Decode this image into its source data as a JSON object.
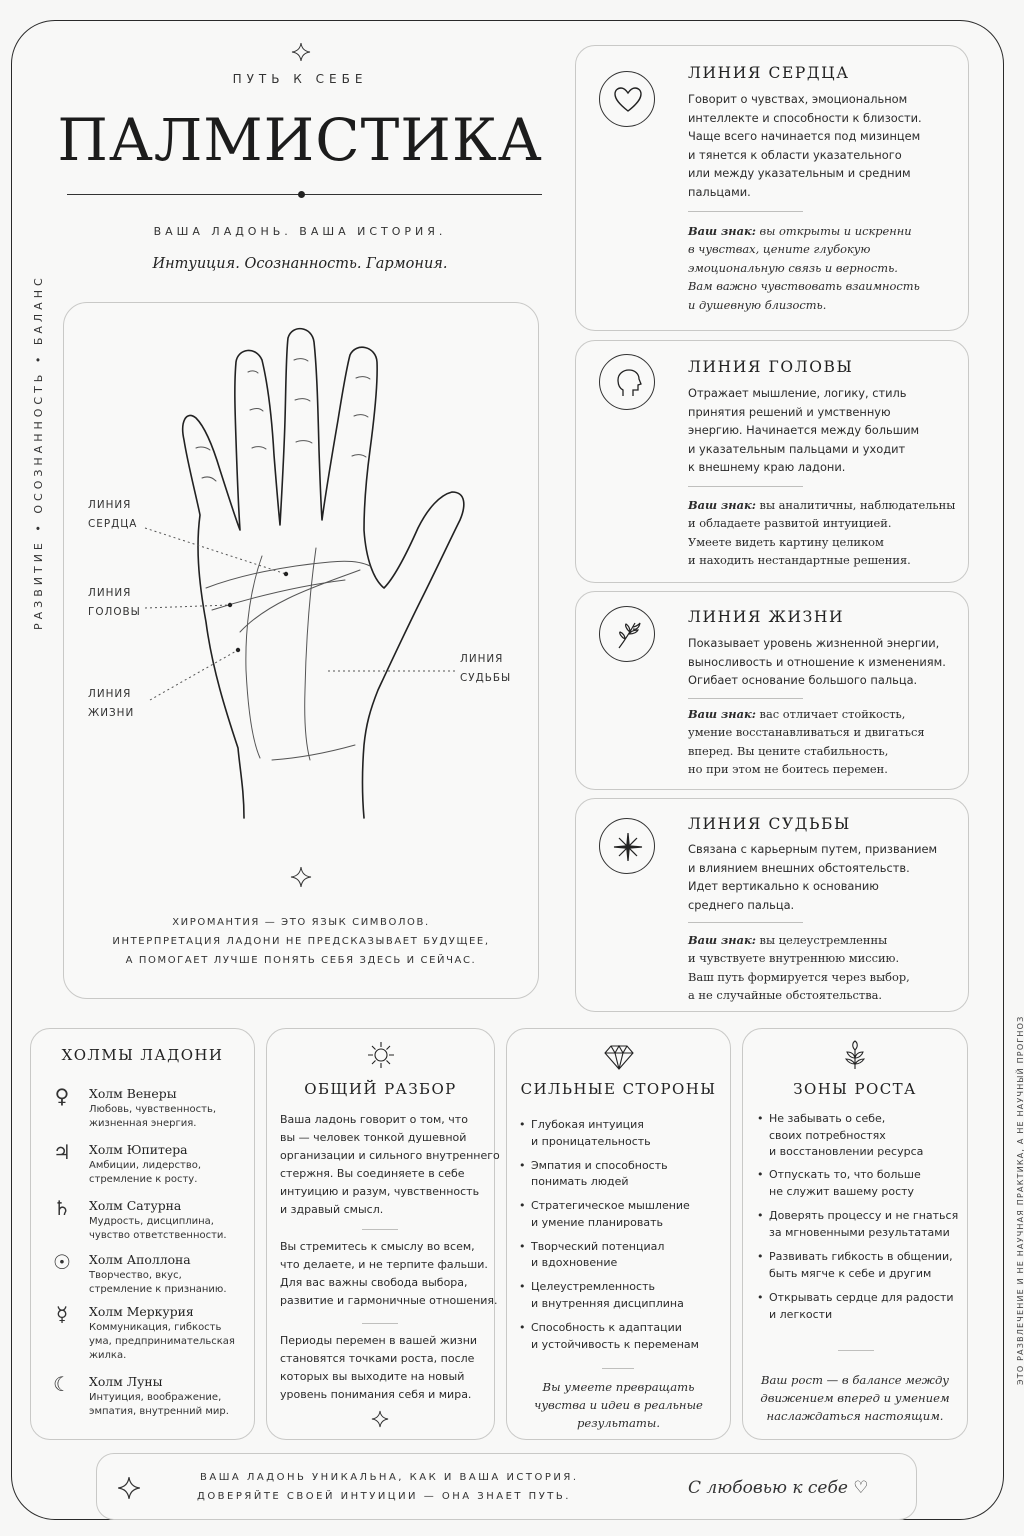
{
  "header": {
    "eyebrow": "ПУТЬ К СЕБЕ",
    "title": "ПАЛМИСТИКА",
    "tagline": "ВАША ЛАДОНЬ. ВАША ИСТОРИЯ.",
    "subtitle": "Интуиция. Осознанность. Гармония."
  },
  "vertical_left": "РАЗВИТИЕ • ОСОЗНАННОСТЬ • БАЛАНС",
  "vertical_right": "ЭТО РАЗВЛЕЧЕНИЕ И НЕ НАУЧНАЯ ПРАКТИКА, А НЕ НАУЧНЫЙ ПРОГНОЗ",
  "palm": {
    "labels": {
      "heart": "ЛИНИЯ\nСЕРДЦА",
      "head": "ЛИНИЯ\nГОЛОВЫ",
      "life": "ЛИНИЯ\nЖИЗНИ",
      "fate": "ЛИНИЯ\nСУДЬБЫ"
    },
    "caption": "ХИРОМАНТИЯ — ЭТО ЯЗЫК СИМВОЛОВ.\nИНТЕРПРЕТАЦИЯ ЛАДОНИ НЕ ПРЕДСКАЗЫВАЕТ БУДУЩЕЕ,\nА ПОМОГАЕТ ЛУЧШЕ ПОНЯТЬ СЕБЯ ЗДЕСЬ И СЕЙЧАС."
  },
  "lines": [
    {
      "icon": "heart-icon",
      "title": "ЛИНИЯ СЕРДЦА",
      "text": "Говорит о чувствах, эмоциональном\nинтеллекте и способности к близости.\nЧаще всего начинается под мизинцем\nи тянется к области указательного\nили между указательным и средним\nпальцами.",
      "sign_label": "Ваш знак:",
      "sign": "вы открыты и искренни\nв чувствах, цените глубокую\nэмоциональную связь и верность.\nВам важно чувствовать взаимность\nи душевную близость."
    },
    {
      "icon": "head-profile-icon",
      "title": "ЛИНИЯ ГОЛОВЫ",
      "text": "Отражает мышление, логику, стиль\nпринятия решений и умственную\nэнергию. Начинается между большим\nи указательным пальцами и уходит\nк внешнему краю ладони.",
      "sign_label": "Ваш знак:",
      "sign": "вы аналитичны, наблюдательны\nи обладаете развитой интуицией.\nУмеете видеть картину целиком\nи находить нестандартные решения."
    },
    {
      "icon": "leaf-icon",
      "title": "ЛИНИЯ ЖИЗНИ",
      "text": "Показывает уровень жизненной энергии,\nвыносливость и отношение к изменениям.\nОгибает основание большого пальца.",
      "sign_label": "Ваш знак:",
      "sign": "вас отличает стойкость,\nумение восстанавливаться и двигаться\nвперед. Вы цените стабильность,\nно при этом не боитесь перемен."
    },
    {
      "icon": "star-icon",
      "title": "ЛИНИЯ СУДЬБЫ",
      "text": "Связана с карьерным путем, призванием\nи влиянием внешних обстоятельств.\nИдет вертикально к основанию\nсреднего пальца.",
      "sign_label": "Ваш знак:",
      "sign": "вы целеустремленны\nи чувствуете внутреннюю миссию.\nВаш путь формируется через выбор,\nа не случайные обстоятельства."
    }
  ],
  "hills": {
    "title": "ХОЛМЫ ЛАДОНИ",
    "items": [
      {
        "symbol": "♀",
        "icon": "venus-icon",
        "name": "Холм Венеры",
        "desc": "Любовь, чувственность,\nжизненная энергия."
      },
      {
        "symbol": "♃",
        "icon": "jupiter-icon",
        "name": "Холм Юпитера",
        "desc": "Амбиции, лидерство,\nстремление к росту."
      },
      {
        "symbol": "♄",
        "icon": "saturn-icon",
        "name": "Холм Сатурна",
        "desc": "Мудрость, дисциплина,\nчувство ответственности."
      },
      {
        "symbol": "☉",
        "icon": "sun-icon",
        "name": "Холм Аполлона",
        "desc": "Творчество, вкус,\nстремление к признанию."
      },
      {
        "symbol": "☿",
        "icon": "mercury-icon",
        "name": "Холм Меркурия",
        "desc": "Коммуникация, гибкость\nума, предпринимательская\nжилка."
      },
      {
        "symbol": "☾",
        "icon": "moon-icon",
        "name": "Холм Луны",
        "desc": "Интуиция, воображение,\nэмпатия, внутренний мир."
      }
    ]
  },
  "overview": {
    "title": "ОБЩИЙ РАЗБОР",
    "p1": "Ваша ладонь говорит о том, что\nвы — человек тонкой душевной\nорганизации и сильного внутреннего\nстержня. Вы соединяете в себе\nинтуицию и разум, чувственность\nи здравый смысл.",
    "p2": "Вы стремитесь к смыслу во всем,\nчто делаете, и не терпите фальши.\nДля вас важны свобода выбора,\nразвитие и гармоничные отношения.",
    "p3": "Периоды перемен в вашей жизни\nстановятся точками роста, после\nкоторых вы выходите на новый\nуровень понимания себя и мира."
  },
  "strengths": {
    "title": "СИЛЬНЫЕ СТОРОНЫ",
    "items": [
      "Глубокая интуиция\nи проницательность",
      "Эмпатия и способность\nпонимать людей",
      "Стратегическое мышление\nи умение планировать",
      "Творческий потенциал\nи вдохновение",
      "Целеустремленность\nи внутренняя дисциплина",
      "Способность к адаптации\nи устойчивость к переменам"
    ],
    "note": "Вы умеете превращать\nчувства и идеи в реальные\nрезультаты."
  },
  "growth": {
    "title": "ЗОНЫ РОСТА",
    "items": [
      "Не забывать о себе,\nсвоих потребностях\nи восстановлении ресурса",
      "Отпускать то, что больше\nне служит вашему росту",
      "Доверять процессу и не гнаться\nза мгновенными результатами",
      "Развивать гибкость в общении,\nбыть мягче к себе и другим",
      "Открывать сердце для радости\nи легкости"
    ],
    "note": "Ваш рост — в балансе между\nдвижением вперед и умением\nнаслаждаться настоящим."
  },
  "footer": {
    "line1": "ВАША ЛАДОНЬ УНИКАЛЬНА, КАК И ВАША ИСТОРИЯ.",
    "line2": "ДОВЕРЯЙТЕ СВОЕЙ ИНТУИЦИИ — ОНА ЗНАЕТ ПУТЬ.",
    "signature": "С любовью к себе ♡"
  }
}
